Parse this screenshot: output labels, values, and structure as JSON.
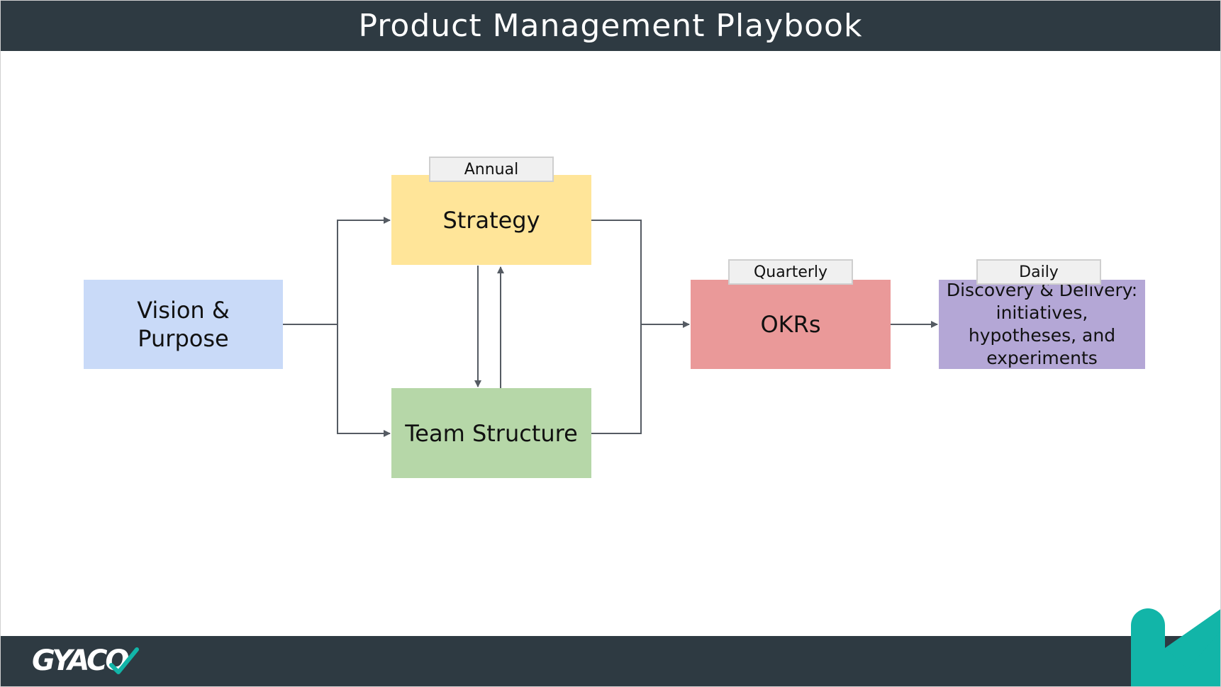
{
  "header": {
    "title": "Product Management Playbook"
  },
  "logo": {
    "text": "GYACO"
  },
  "diagram": {
    "nodes": {
      "vision": "Vision & Purpose",
      "strategy": "Strategy",
      "team": "Team Structure",
      "okrs": "OKRs",
      "discovery": "Discovery & Delivery: initiatives, hypotheses, and experiments"
    },
    "tags": {
      "annual": "Annual",
      "quarterly": "Quarterly",
      "daily": "Daily"
    },
    "connector_color": "#555b63"
  },
  "colors": {
    "header_bg": "#2e3a42",
    "accent": "#12b5a8",
    "vision": "#c9daf8",
    "strategy": "#ffe599",
    "team": "#b6d7a8",
    "okrs": "#ea9999",
    "discovery": "#b4a7d6"
  }
}
